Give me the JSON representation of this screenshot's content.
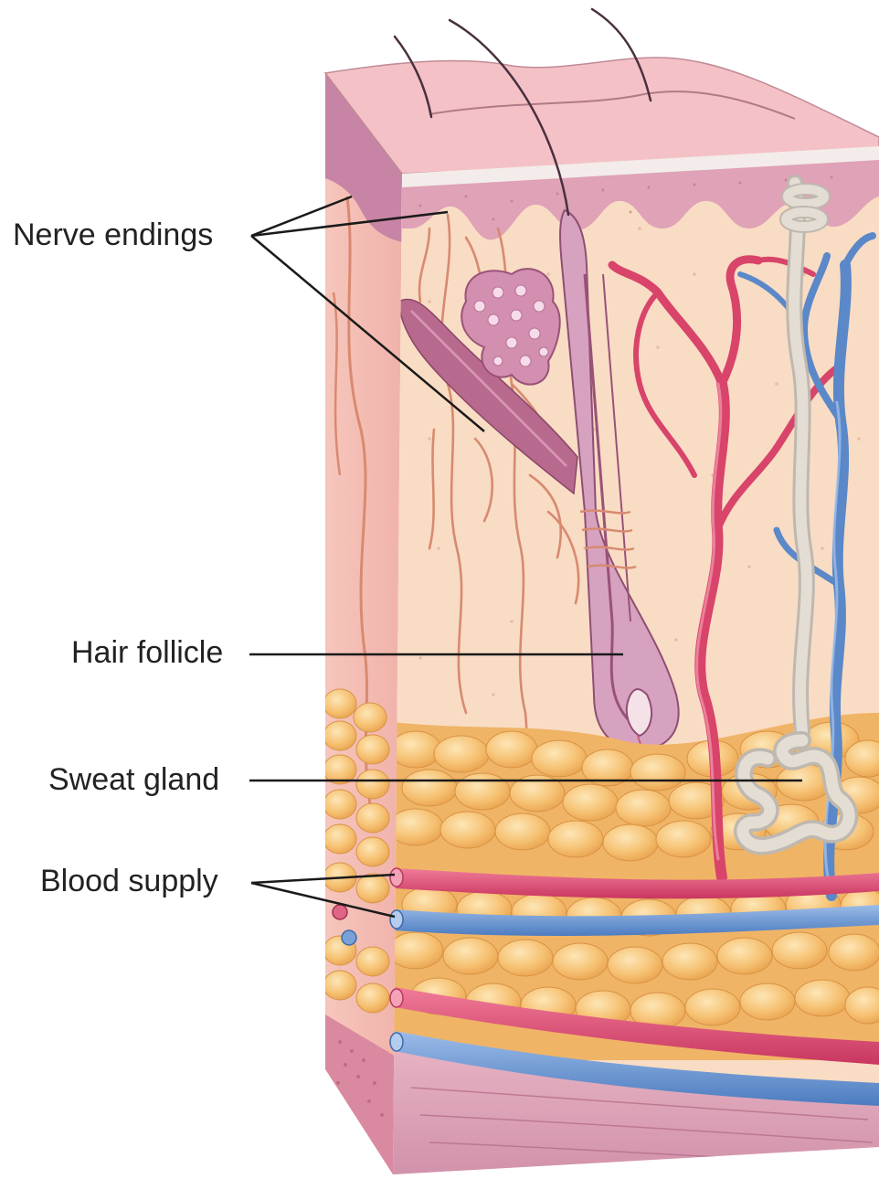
{
  "labels": {
    "nerve_endings": "Nerve endings",
    "hair_follicle": "Hair follicle",
    "sweat_gland": "Sweat gland",
    "blood_supply": "Blood supply"
  },
  "colors": {
    "epidermis": "#e8a6b6",
    "dermis": "#f8d8c0",
    "side_face": "#f2b4b4",
    "fat": "#f4b860",
    "artery": "#d8446a",
    "vein": "#5a88c8",
    "nerve": "#d88a70",
    "muscle": "#d89ab0"
  }
}
